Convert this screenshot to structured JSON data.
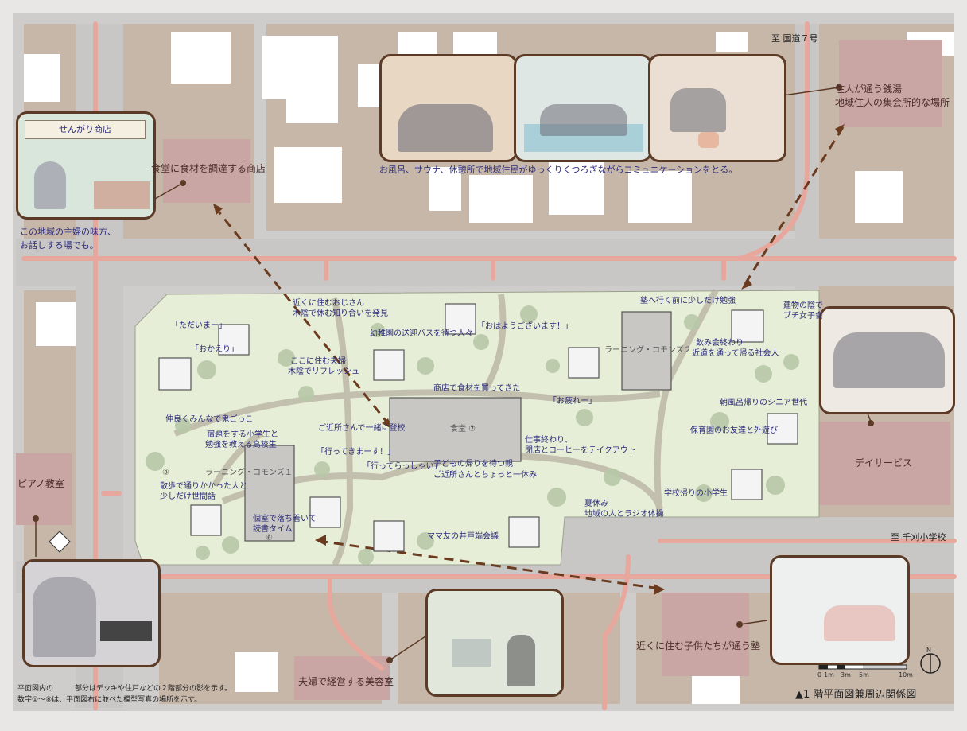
{
  "title": "▲1 階平面図兼周辺関係図",
  "roads": {
    "north": "至 国道７号",
    "east": "至 千刈小学校"
  },
  "places": {
    "shop": "食堂に食材を調達する商店",
    "sento_line1": "住人が通う銭湯",
    "sento_line2": "地域住人の集会所的な場所",
    "piano": "ピアノ教室",
    "day_service": "デイサービス",
    "juku": "近くに住む子供たちが通う塾",
    "salon": "夫婦で経営する美容室"
  },
  "photo_captions": {
    "shop_line1": "この地域の主婦の味方、",
    "shop_line2": "お話しする場でも。",
    "shop_sign": "せんがり商店",
    "bath": "お風呂、サウナ、休憩所で地域住民がゆっくりくつろぎながらコミュニケーションをとる。"
  },
  "site_labels": {
    "tadaima": "「ただいまー」",
    "okaeri": "「おかえり」",
    "ohayo": "「おはようございます！」",
    "otsukare": "「お疲れー」",
    "ittekimasu": "「行ってきまーす！」",
    "itterasshai": "「行ってらっしゃい」",
    "oji_line1": "近くに住むおじさん",
    "oji_line2": "木陰で休む知り合いを発見",
    "kindergarten": "幼稚園の送迎バスを待つ人々",
    "husband_line1": "ここに住む夫婦",
    "husband_line2": "木陰でリフレッシュ",
    "shopping": "商店で食材を買ってきた",
    "juku_before": "塾へ行く前に少しだけ勉強",
    "building_shade_line1": "建物の陰で",
    "building_shade_line2": "ブチ女子会",
    "drink_line1": "飲み会終わり",
    "drink_line2": "近道を通って帰る社会人",
    "commons2": "ラーニング・コモンズ２",
    "morning_bath": "朝風呂帰りのシニア世代",
    "nursery": "保育園のお友達と外遊び",
    "school_return": "学校帰りの小学生",
    "summer_line1": "夏休み",
    "summer_line2": "地域の人とラジオ体操",
    "mama": "ママ友の井戸端会議",
    "work_line1": "仕事終わり、",
    "work_line2": "閉店とコーヒーをテイクアウト",
    "kids_wait": "子どもの帰りを待つ親",
    "neighbor_break": "ご近所さんとちょっと一休み",
    "neighbor_school": "ご近所さんで一緒に登校",
    "dining": "食堂 ⑦",
    "play": "仲良くみんなで鬼ごっこ",
    "homework_line1": "宿題をする小学生と",
    "homework_line2": "勉強を教える高校生",
    "commons1": "ラーニング・コモンズ１",
    "walk_line1": "散歩で通りかかった人と",
    "walk_line2": "少しだけ世間話",
    "reading_line1": "個室で落ち着いて",
    "reading_line2": "読書タイム",
    "num8": "⑧",
    "num6": "⑥"
  },
  "notes": {
    "line1": "平面図内の　　　部分はデッキや住戸などの２階部分の影を示す。",
    "line2": "数字①～⑧は、平面図右に並べた模型写真の場所を示す。"
  },
  "scale": {
    "t0": "0",
    "t1": "1m",
    "t2": "3m",
    "t3": "5m",
    "t4": "10m"
  },
  "north_label": "N",
  "colors": {
    "road": "#c9c7c6",
    "block": "#c5b6a8",
    "site": "#e8efd8",
    "route": "#e8a79c",
    "building_pink": "#c9a5a3",
    "frame": "#5b3a26",
    "text_blue": "#2b2b7a"
  }
}
